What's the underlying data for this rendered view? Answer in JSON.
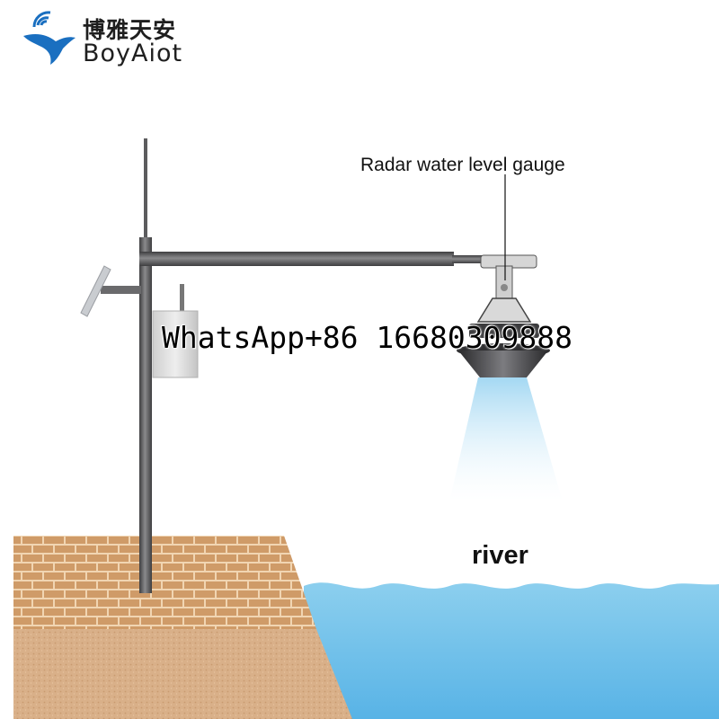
{
  "logo": {
    "name_cn": "博雅天安",
    "name_en": "BoyAiot",
    "icon": "bird-wifi-icon",
    "color": "#1a6fc0"
  },
  "labels": {
    "gauge": "Radar water level gauge",
    "river": "river"
  },
  "watermark": {
    "text": "WhatsApp+86 16680309888"
  },
  "colors": {
    "pole": "#5c5c5e",
    "brick": "#cf9b68",
    "mortar": "#f1d5b2",
    "soil": "#d8b088",
    "water": "#8fd0ef",
    "beam": "#b7e1f5"
  }
}
